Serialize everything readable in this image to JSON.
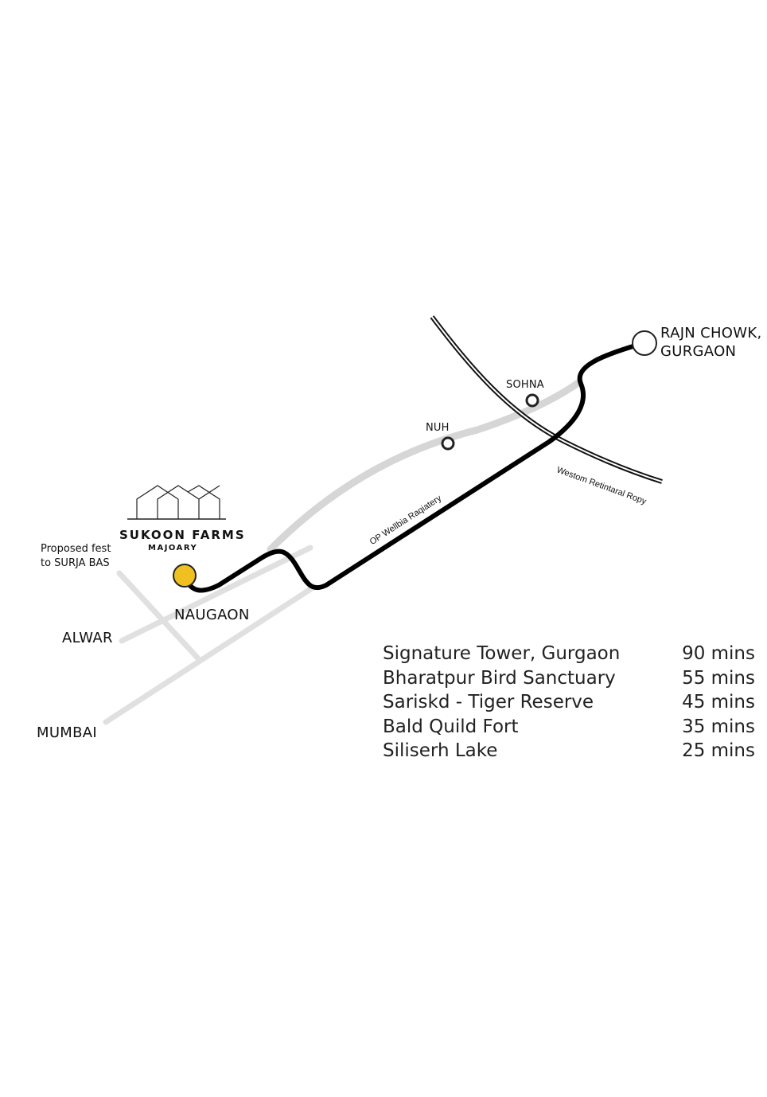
{
  "colors": {
    "route": "#000000",
    "highway": "#d9d9d9",
    "rail": "#111111",
    "destination_marker": "#f0c020",
    "stop_marker_stroke": "#222222"
  },
  "places": {
    "origin": "RAJN CHOWK,\nGURGAON",
    "sohna": "SOHNA",
    "nuh": "NUH",
    "naugaon": "NAUGAON",
    "alwar": "ALWAR",
    "mumbai": "MUMBAI"
  },
  "brand": {
    "logo_icon": "three-house-roofs-icon",
    "name": "SUKOON FARMS",
    "sub": "MAJOARY"
  },
  "proposed_note": "Proposed fest\nto SURJA BAS",
  "roads": {
    "expressway": "OP Wellbia Raqiatery",
    "rail": "Westom Retintaral Ropy"
  },
  "distances": [
    {
      "place": "Signature Tower, Gurgaon",
      "time": "90 mins"
    },
    {
      "place": "Bharatpur Bird Sanctuary",
      "time": "55 mins"
    },
    {
      "place": "Sariskd - Tiger Reserve",
      "time": "45 mins"
    },
    {
      "place": "Bald Quild Fort",
      "time": "35 mins"
    },
    {
      "place": "Siliserh Lake",
      "time": "25 mins"
    }
  ]
}
